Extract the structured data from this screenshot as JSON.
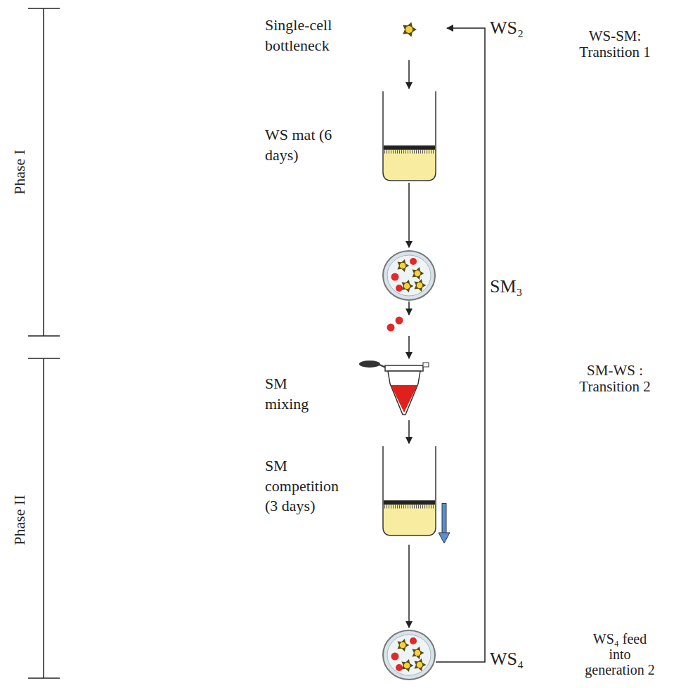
{
  "diagram": {
    "nodes": [
      {
        "text": [
          "Single-cell bottleneck"
        ]
      },
      {
        "text": [
          "WS mat (6 days)"
        ]
      },
      {
        "text": [
          "SM mixing"
        ]
      },
      {
        "text": [
          "SM competition (3 days)"
        ]
      }
    ],
    "edges": [
      {
        "from": 0,
        "to": 1,
        "arrow": "to"
      },
      {
        "from": 2,
        "to": 3,
        "arrow": "to"
      }
    ],
    "labels": [
      "Phase I",
      "WS₂",
      "WS-SM: Transition 1",
      "SM₃",
      "Phase II",
      "SM-WS : Transition 2",
      "WS₄",
      "WS₄ feed into generation 2"
    ]
  }
}
